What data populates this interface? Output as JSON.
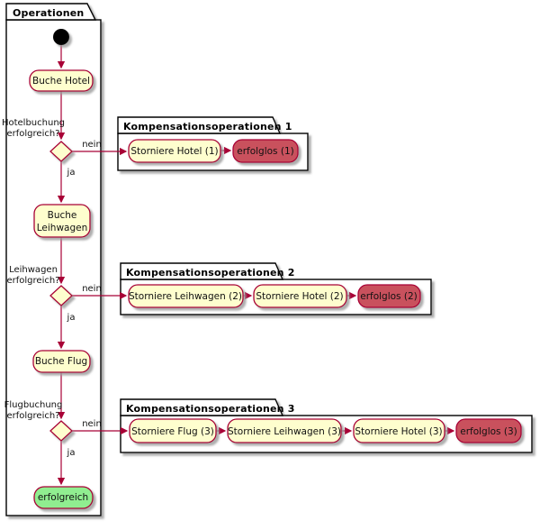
{
  "colors": {
    "activity_fill": "#FEFECE",
    "activity_border": "#A80036",
    "fail_fill": "#C9515D",
    "success_fill": "#90EE90",
    "arrow": "#A80036",
    "frame_bg": "#FFFFFF",
    "frame_border": "#000000",
    "start_fill": "#000000"
  },
  "operations": {
    "title": "Operationen",
    "activities": {
      "hotel": "Buche Hotel",
      "leihwagen_line1": "Buche",
      "leihwagen_line2": "Leihwagen",
      "flug": "Buche Flug",
      "success": "erfolgreich"
    },
    "decisions": [
      {
        "question_line1": "Hotelbuchung",
        "question_line2": "erfolgreich?",
        "no_label": "nein",
        "yes_label": "ja"
      },
      {
        "question_line1": "Leihwagen",
        "question_line2": "erfolgreich?",
        "no_label": "nein",
        "yes_label": "ja"
      },
      {
        "question_line1": "Flugbuchung",
        "question_line2": "erfolgreich?",
        "no_label": "nein",
        "yes_label": "ja"
      }
    ]
  },
  "compensations": [
    {
      "title": "Kompensationsoperationen 1",
      "steps": [
        "Storniere Hotel (1)"
      ],
      "fail": "erfolglos (1)"
    },
    {
      "title": "Kompensationsoperationen 2",
      "steps": [
        "Storniere Leihwagen (2)",
        "Storniere Hotel (2)"
      ],
      "fail": "erfolglos (2)"
    },
    {
      "title": "Kompensationsoperationen 3",
      "steps": [
        "Storniere Flug (3)",
        "Storniere Leihwagen (3)",
        "Storniere Hotel (3)"
      ],
      "fail": "erfolglos (3)"
    }
  ]
}
